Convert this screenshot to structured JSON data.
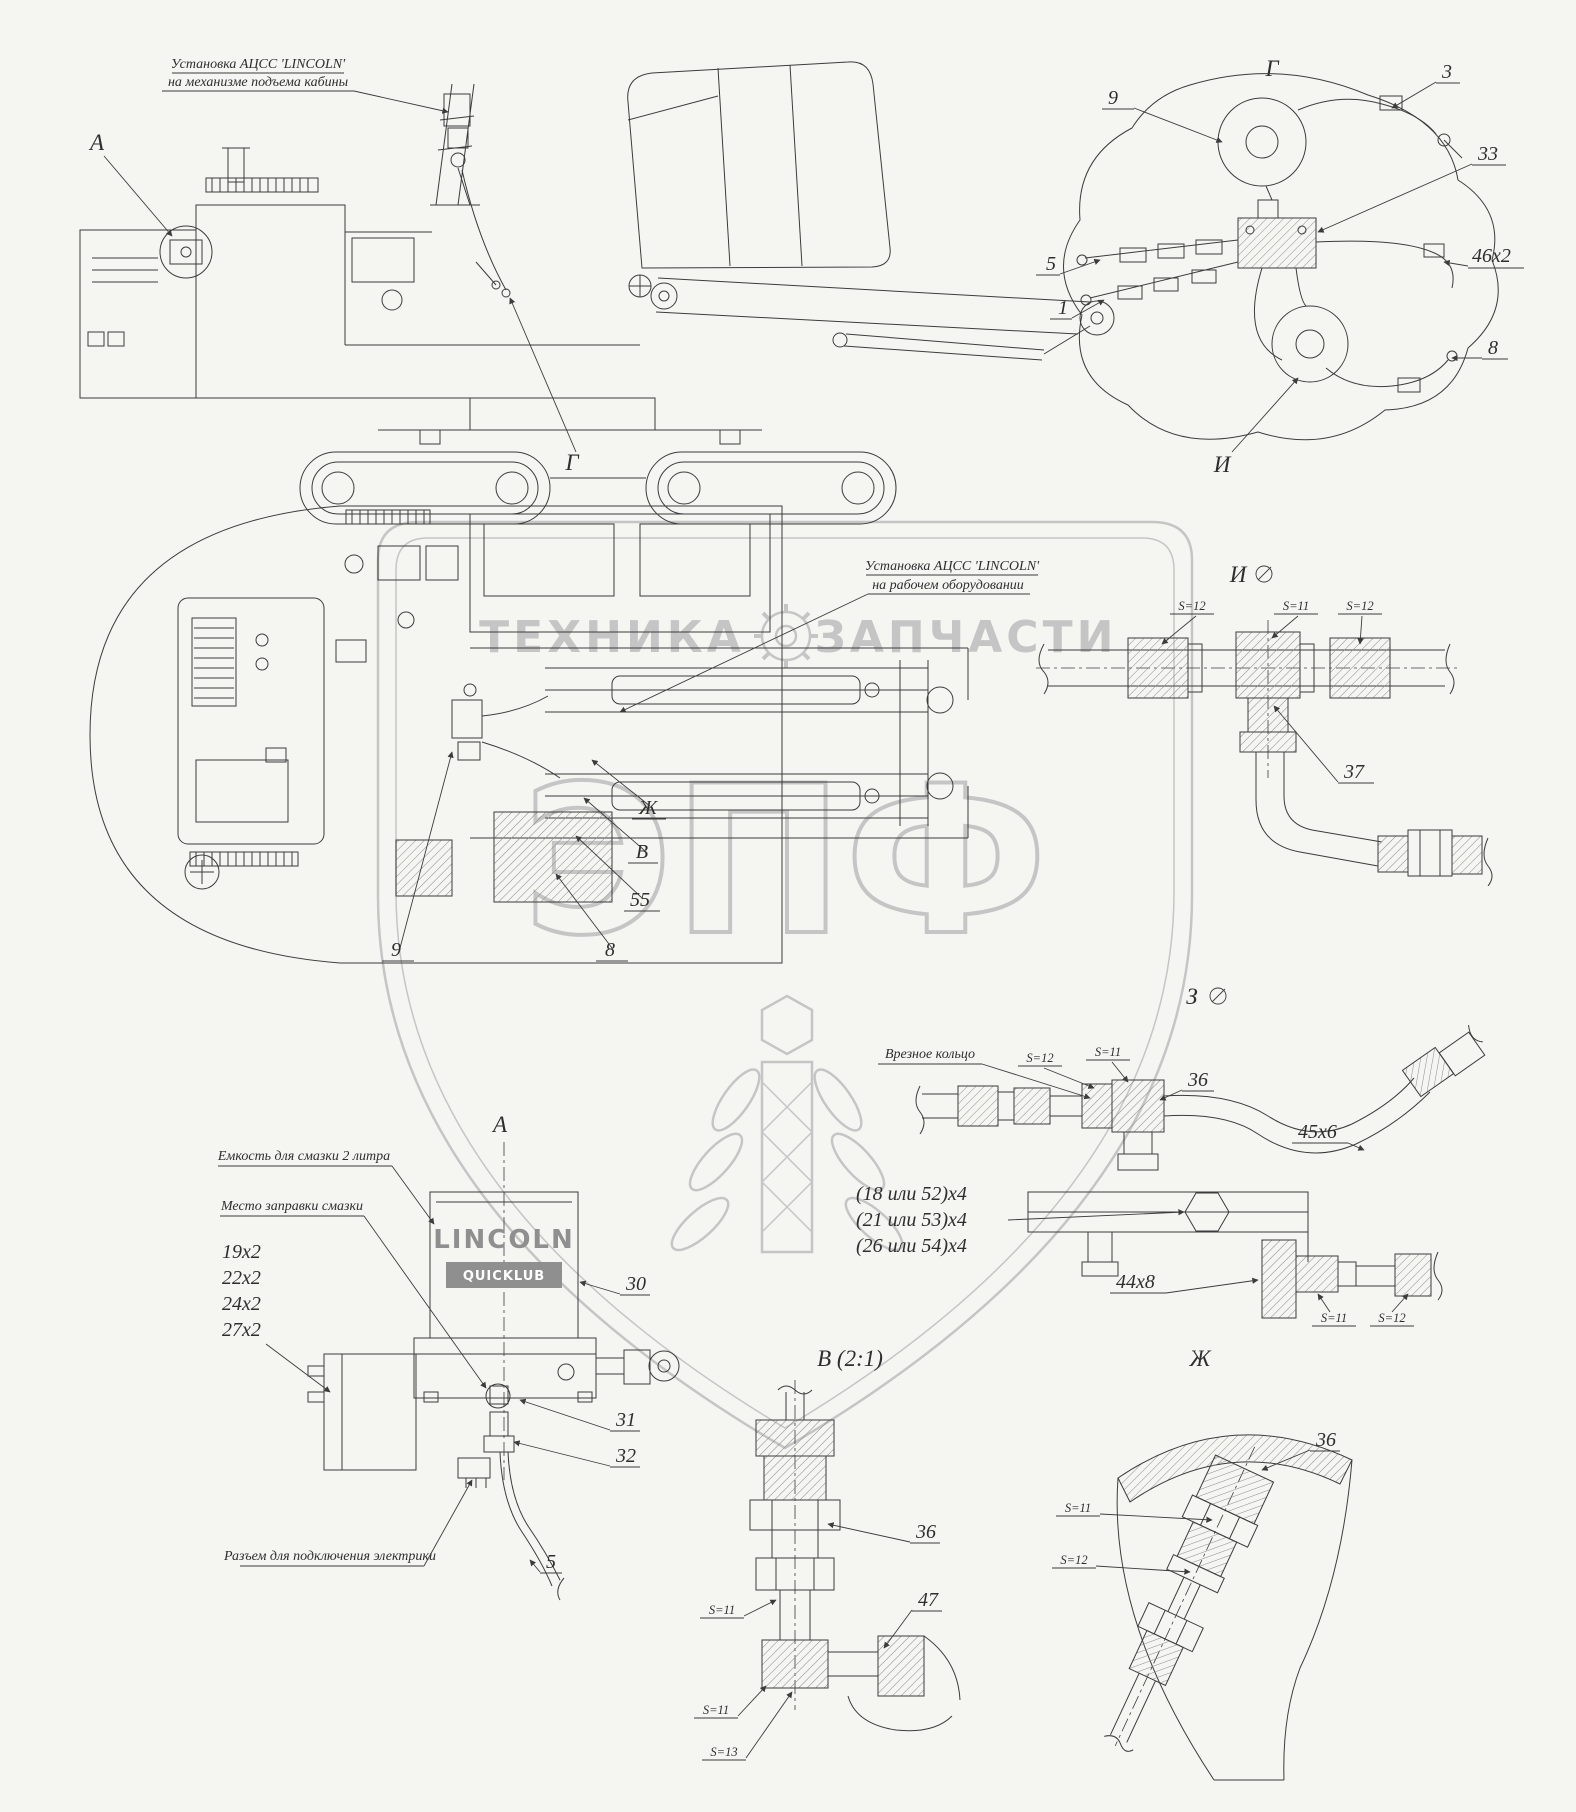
{
  "watermark": {
    "word1": "ТЕХНИКА",
    "word2": "ЗАПЧАСТИ",
    "letters": "ЭПФ"
  },
  "side_view": {
    "note1_line1": "Установка АЦСС 'LINCOLN'",
    "note1_line2": "на механизме подъема кабины",
    "marker_a": "А",
    "marker_g": "Г"
  },
  "detail_g": {
    "header": "Г",
    "c9": "9",
    "c3": "3",
    "c33": "33",
    "c5": "5",
    "c46": "46х2",
    "c1": "1",
    "c8": "8",
    "marker_i": "И"
  },
  "plan_view": {
    "note2_line1": "Установка АЦСС 'LINCOLN'",
    "note2_line2": "на рабочем оборудовании",
    "c9": "9",
    "c8": "8",
    "c55": "55",
    "mark_v": "В",
    "mark_j": "Ж"
  },
  "detail_i": {
    "header": "И",
    "s_left": "S=12",
    "s_mid": "S=11",
    "s_right": "S=12",
    "c37": "37"
  },
  "detail_z": {
    "header": "З",
    "note_ring": "Врезное кольцо",
    "s1": "S=12",
    "s2": "S=11",
    "c36": "36",
    "c45": "45х6",
    "opt1": "(18 или 52)х4",
    "opt2": "(21 или 53)х4",
    "opt3": "(26 или 54)х4",
    "c44": "44х8",
    "s3": "S=11",
    "s4": "S=12"
  },
  "detail_a": {
    "header": "А",
    "note_tank": "Емкость для смазки 2 литра",
    "note_fill": "Место заправки смазки",
    "q1": "19х2",
    "q2": "22х2",
    "q3": "24х2",
    "q4": "27х2",
    "brand_top": "LINCOLN",
    "brand_bottom": "QUICKLUB",
    "c30": "30",
    "c31": "31",
    "c32": "32",
    "c5": "5",
    "note_elec": "Разъем для подключения электрики"
  },
  "detail_v": {
    "header": "В (2:1)",
    "s1": "S=11",
    "c36": "36",
    "c47": "47",
    "s2": "S=11",
    "s3": "S=13"
  },
  "detail_j": {
    "header": "Ж",
    "c36": "36",
    "s1": "S=11",
    "s2": "S=12"
  }
}
